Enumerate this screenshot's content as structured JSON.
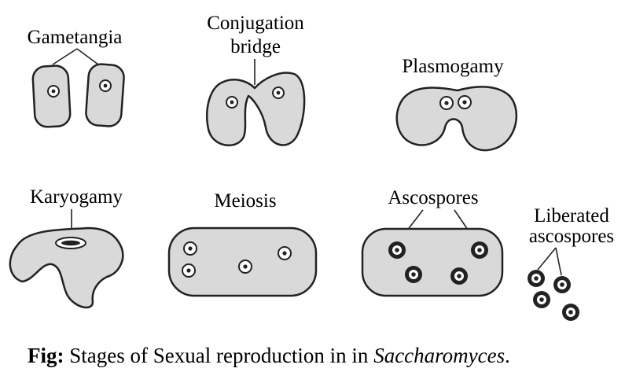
{
  "labels": {
    "gametangia": "Gametangia",
    "conjugation_1": "Conjugation",
    "conjugation_2": "bridge",
    "plasmogamy": "Plasmogamy",
    "karyogamy": "Karyogamy",
    "meiosis": "Meiosis",
    "ascospores": "Ascospores",
    "liberated_1": "Liberated",
    "liberated_2": "ascospores"
  },
  "caption": {
    "prefix": "Fig:",
    "text": " Stages of Sexual reproduction in in ",
    "genus": "Saccharomyces",
    "suffix": "."
  },
  "colors": {
    "cell_fill": "#d9d9d9",
    "outline": "#222222",
    "background": "#ffffff"
  }
}
